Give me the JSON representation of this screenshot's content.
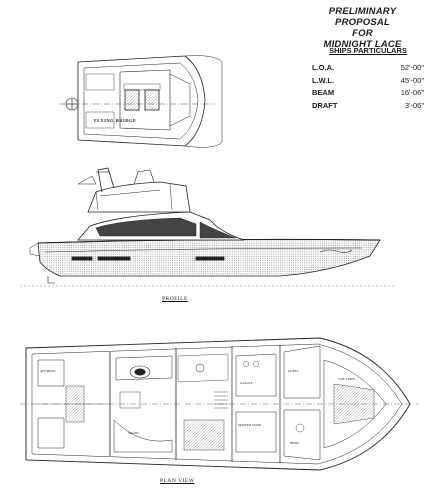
{
  "title": {
    "line1": "PRELIMINARY PROPOSAL",
    "line2": "FOR",
    "line3": "MIDNIGHT LACE"
  },
  "particulars": {
    "heading": "SHIPS PARTICULARS",
    "rows": [
      {
        "label": "L.O.A.",
        "value": "52'-00\""
      },
      {
        "label": "L.W.L.",
        "value": "45'-00\""
      },
      {
        "label": "BEAM",
        "value": "16'-06\""
      },
      {
        "label": "DRAFT",
        "value": "3'-06\""
      }
    ]
  },
  "views": {
    "flying_bridge_label": "FLYING BRIDGE",
    "profile_label": "PROFILE",
    "plan_label": "PLAN VIEW"
  },
  "plan_rooms": {
    "aft_deck": "AFT DECK",
    "salon": "SALON",
    "galley": "GALLEY",
    "master": "MASTER STATE",
    "guest": "GUEST",
    "head": "HEAD",
    "vip": "V.I.P. STATE"
  }
}
